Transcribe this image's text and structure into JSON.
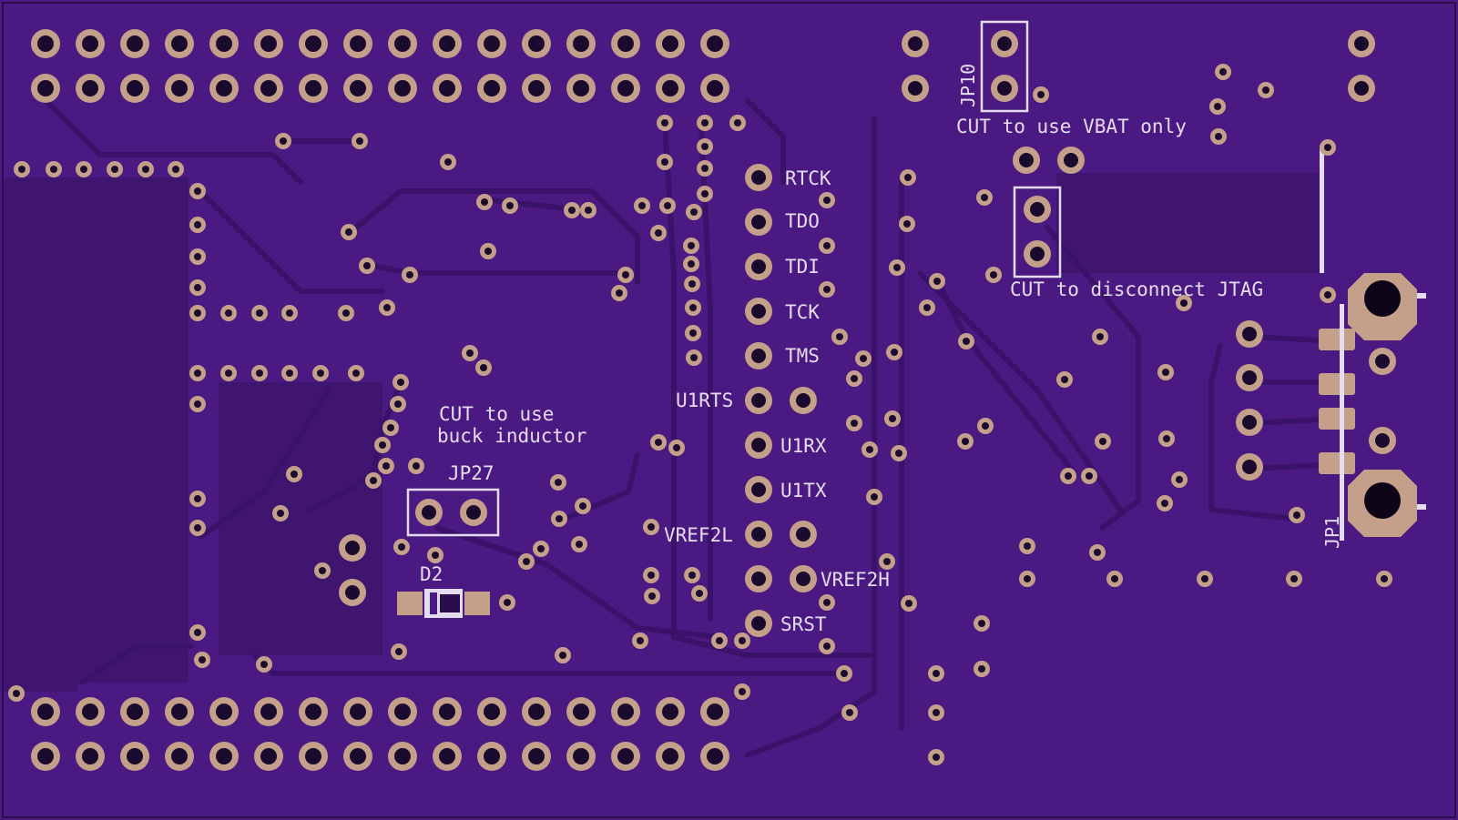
{
  "board": {
    "colors": {
      "substrate": "#4a1a82",
      "copper": "#3e156f",
      "trace": "#441a79",
      "pad": "#c4a08a",
      "drill": "#1a0a2e",
      "silkscreen": "#e4dcf0"
    }
  },
  "header": {
    "pin_count_per_row": 16,
    "rows": 4
  },
  "jtag": {
    "pins": [
      "RTCK",
      "TDO",
      "TDI",
      "TCK",
      "TMS",
      "U1RTS",
      "U1RX",
      "U1TX",
      "VREF2L",
      "VREF2H",
      "SRST"
    ]
  },
  "labels": {
    "jp10": "JP10",
    "vbat_note": "CUT to use VBAT only",
    "jtag_note": "CUT to disconnect JTAG",
    "buck_note_line1": "CUT to use",
    "buck_note_line2": "buck inductor",
    "jp27": "JP27",
    "d2": "D2",
    "jp1": "JP1"
  }
}
